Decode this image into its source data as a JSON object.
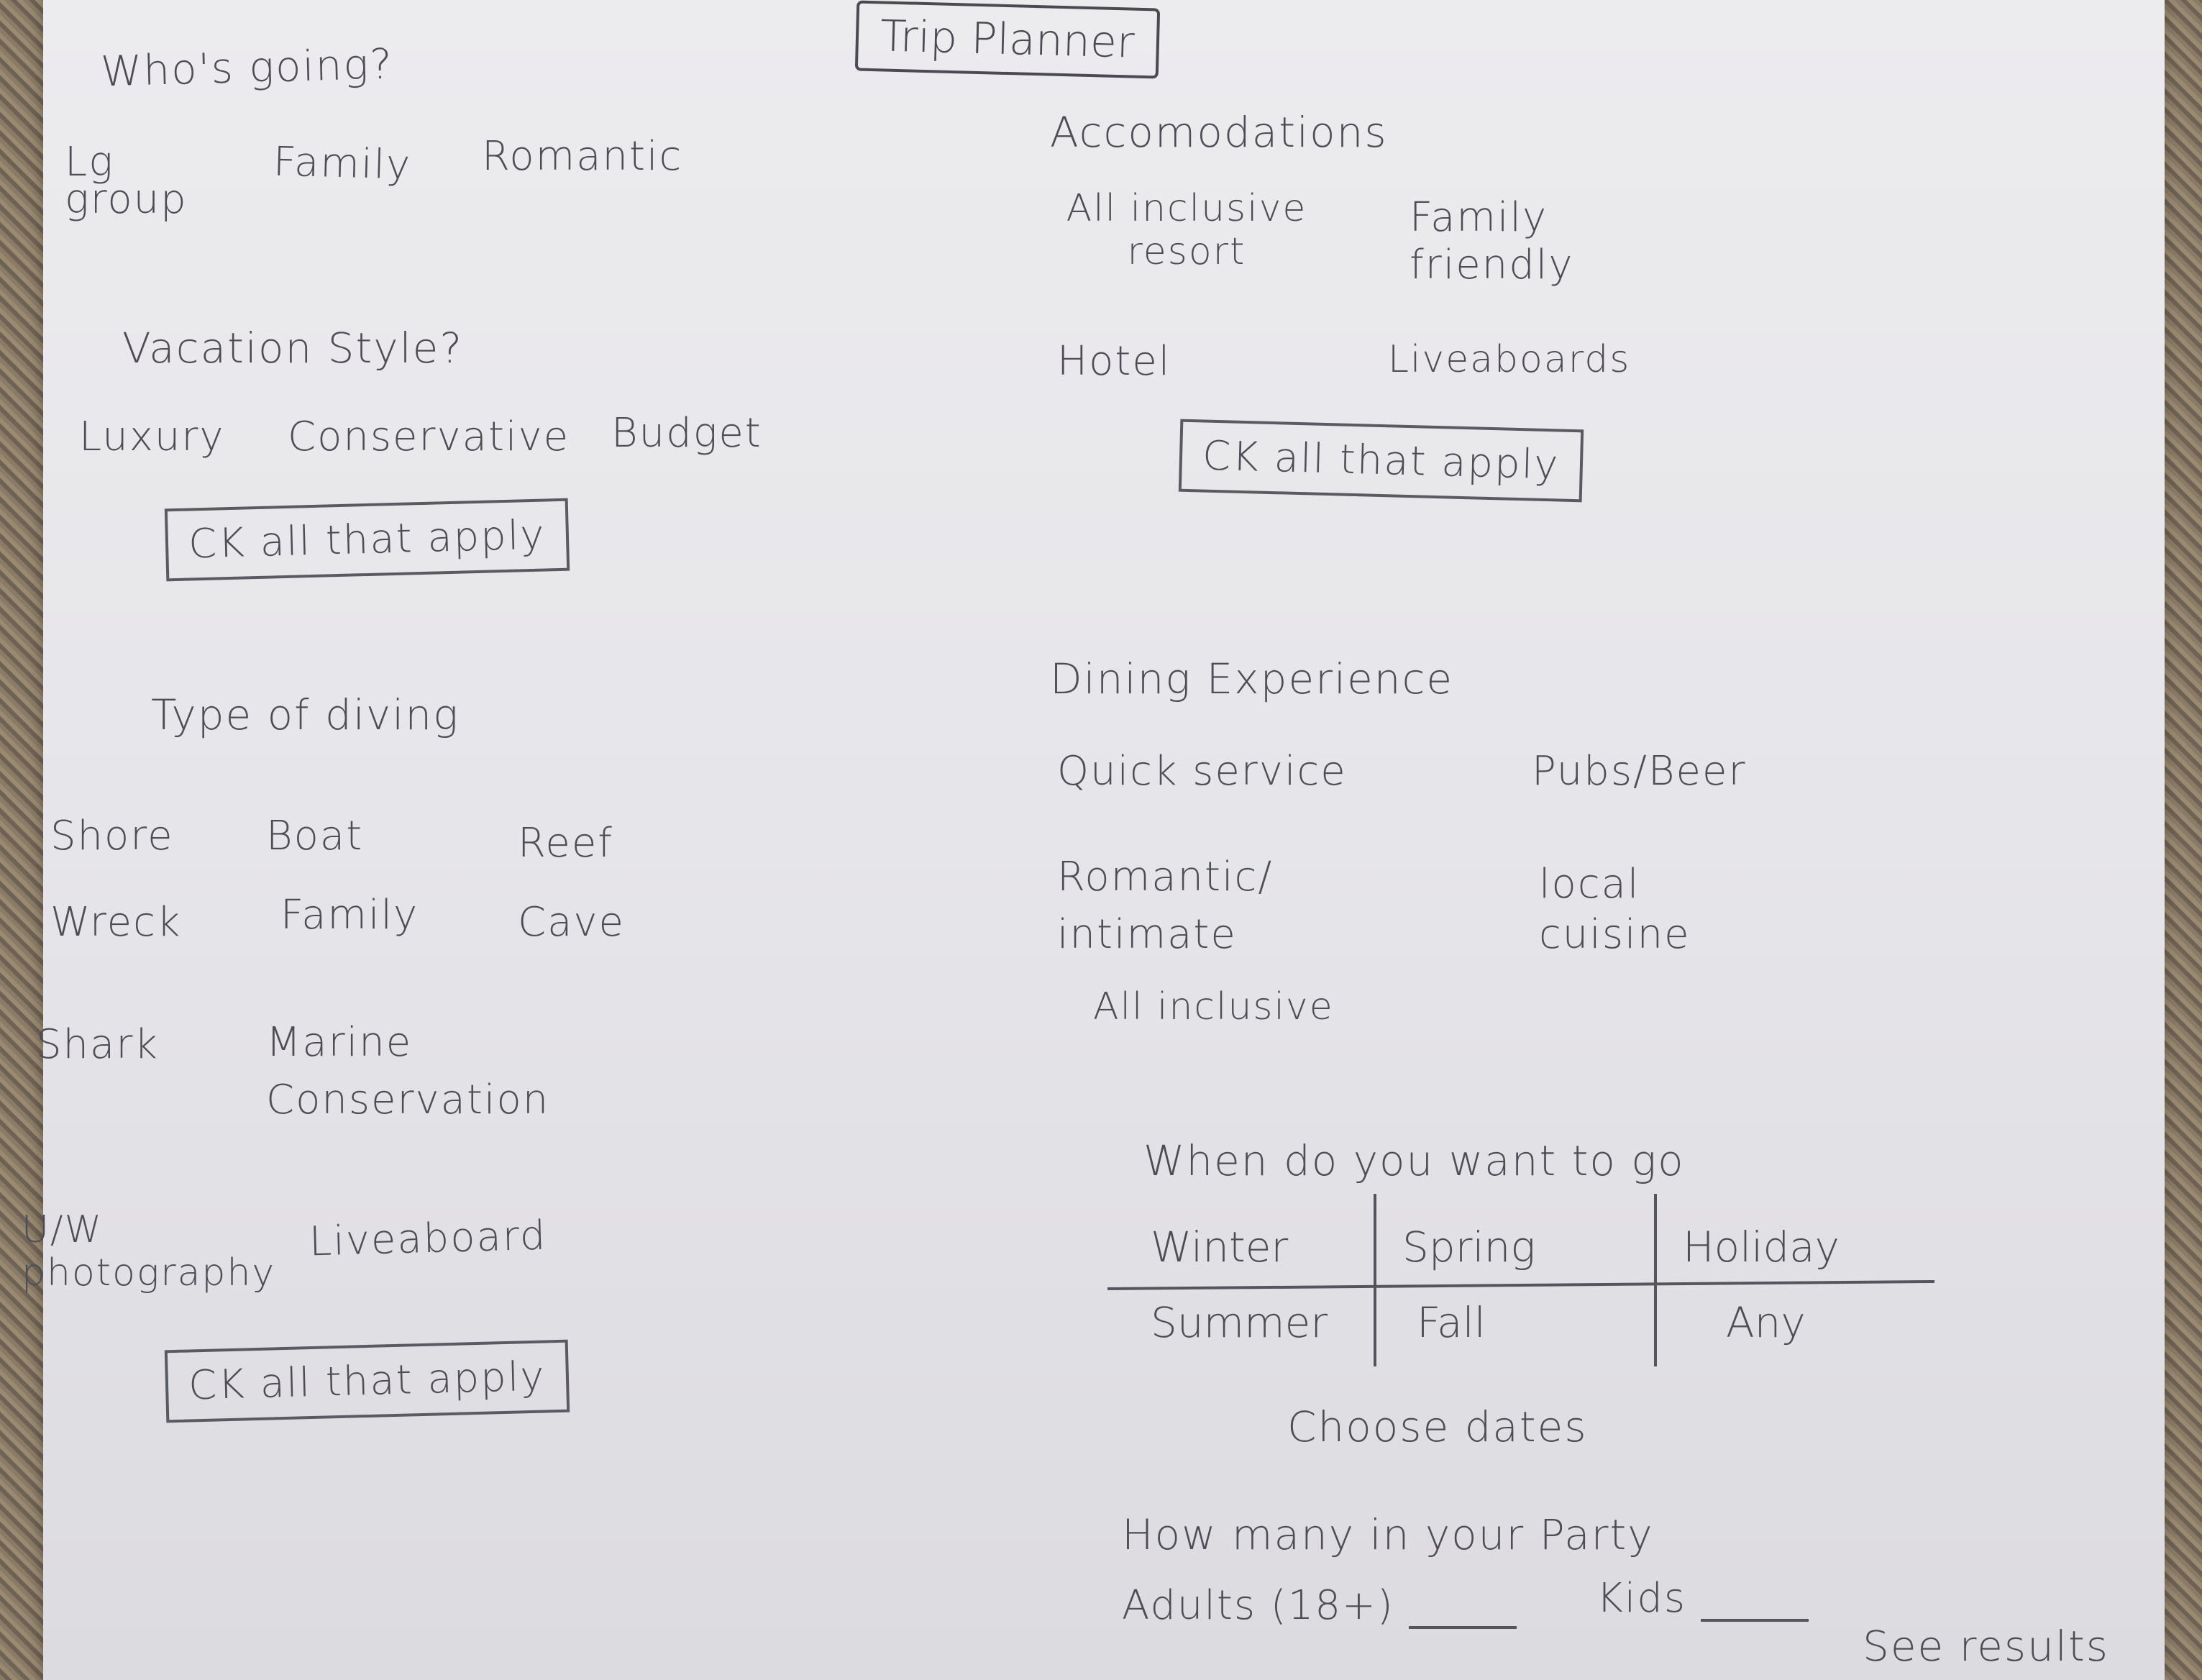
{
  "title": "Trip Planner",
  "whos_going": {
    "question": "Who's going?",
    "options": [
      "Lg group",
      "Family",
      "Romantic"
    ]
  },
  "vacation_style": {
    "question": "Vacation Style?",
    "options": [
      "Luxury",
      "Conservative",
      "Budget"
    ],
    "check_label": "CK all that apply"
  },
  "type_of_diving": {
    "question": "Type of diving",
    "options": [
      "Shore",
      "Boat",
      "Reef",
      "Wreck",
      "Family",
      "Cave",
      "Shark",
      "Marine Conservation",
      "U/W photography",
      "Liveaboard"
    ],
    "check_label": "CK all that apply"
  },
  "accommodations": {
    "question": "Accomodations",
    "options": [
      "All inclusive resort",
      "Family friendly",
      "Hotel",
      "Liveaboards"
    ],
    "check_label": "CK all that apply"
  },
  "dining": {
    "question": "Dining Experience",
    "options": [
      "Quick service",
      "Pubs/Beer",
      "Romantic/ intimate",
      "local cuisine",
      "All inclusive"
    ]
  },
  "when": {
    "question": "When do you want to go",
    "seasons": [
      "Winter",
      "Spring",
      "Holiday",
      "Summer",
      "Fall",
      "Any"
    ],
    "choose_dates": "Choose dates"
  },
  "party": {
    "question": "How many in your Party",
    "adults_label": "Adults (18+)",
    "kids_label": "Kids"
  },
  "see_results": "See results"
}
